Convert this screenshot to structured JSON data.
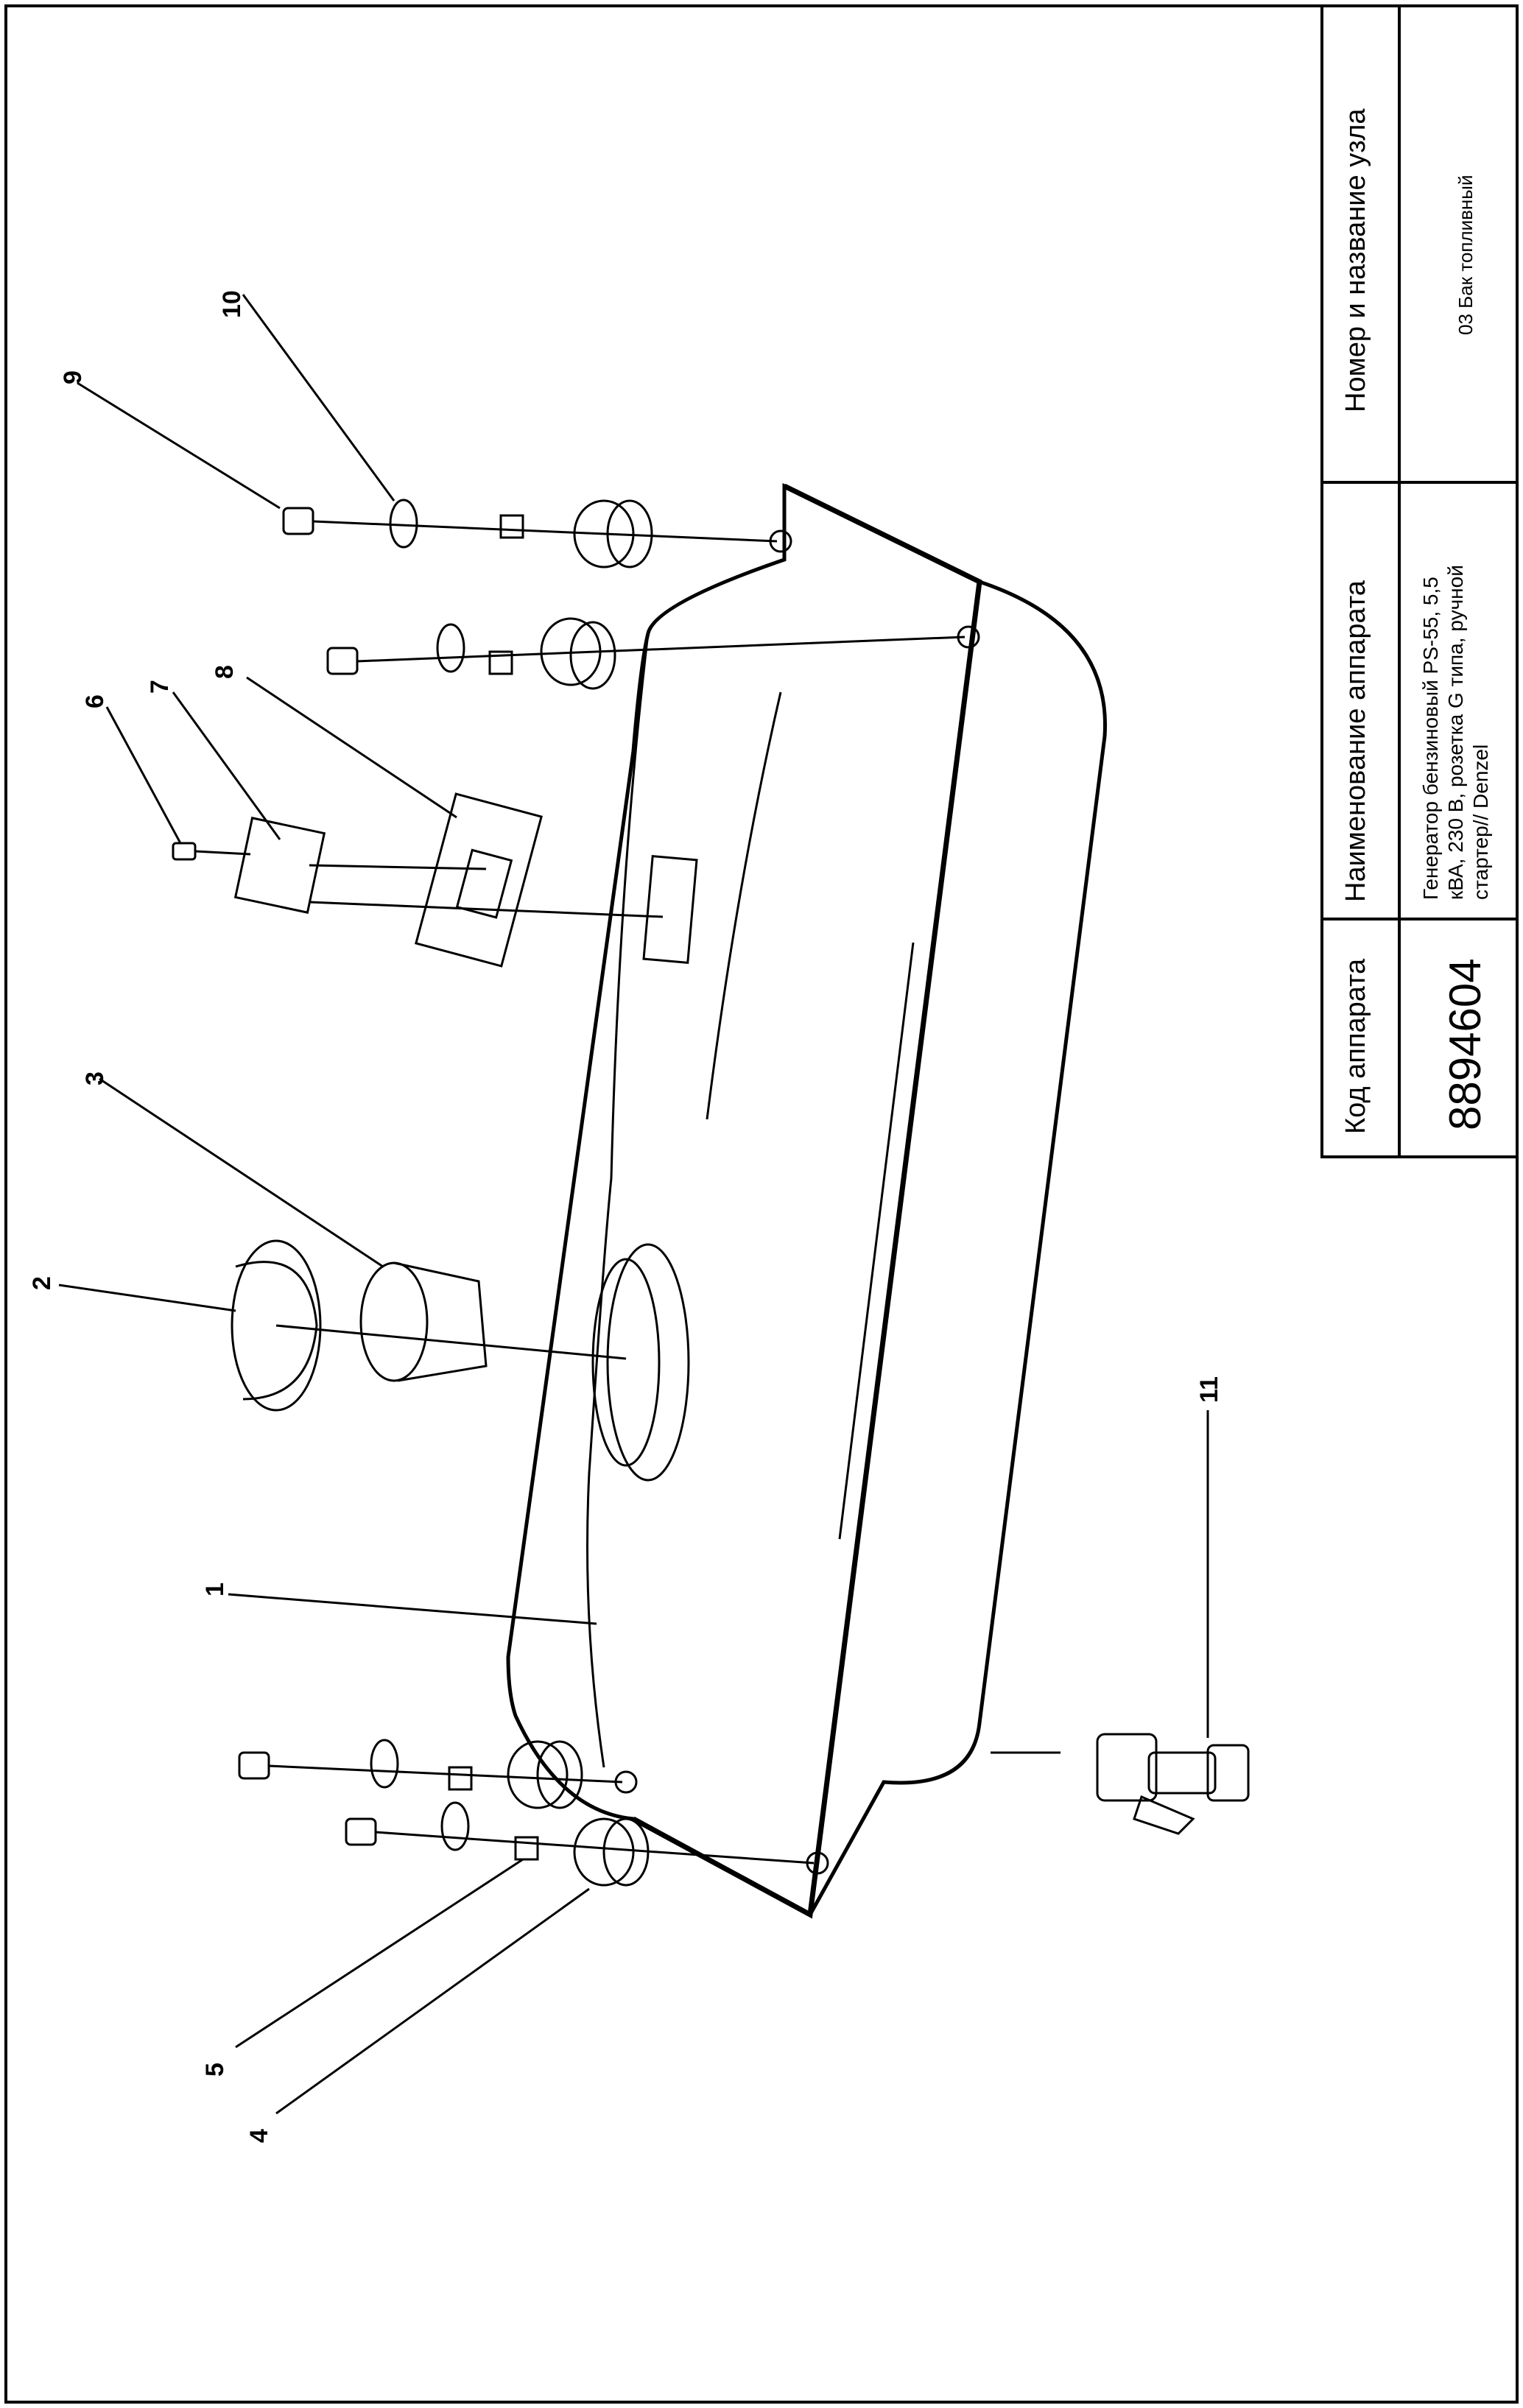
{
  "title_block": {
    "col1_header": "Код аппарата",
    "col1_value": "8894604",
    "col2_header": "Наименование аппарата",
    "col2_value_lines": [
      "Генератор бензиновый PS-55, 5,5",
      "кВА, 230 В, розетка G типа, ручной",
      "стартер// Denzel"
    ],
    "col3_header": "Номер и название узла",
    "col3_value": "03 Бак топливный"
  },
  "callouts": [
    "1",
    "2",
    "3",
    "4",
    "5",
    "6",
    "7",
    "8",
    "9",
    "10",
    "11"
  ]
}
